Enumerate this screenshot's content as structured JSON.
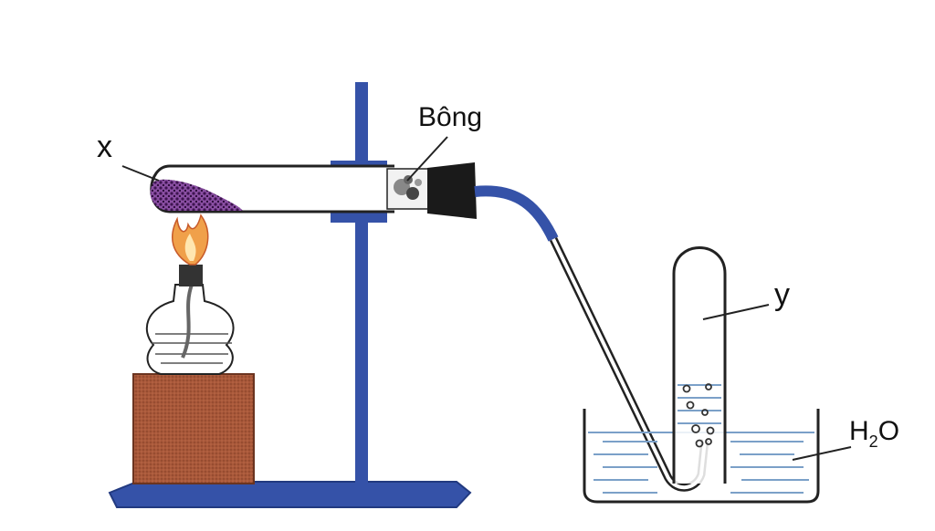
{
  "labels": {
    "x": "x",
    "bong": "Bông",
    "y": "y",
    "water_main": "H",
    "water_sub": "2",
    "water_tail": "O"
  },
  "colors": {
    "stand_blue": "#3552a8",
    "stopper": "#1a1a1a",
    "solid_x": "#6a2f86",
    "wood": "#a8583a",
    "flame": "#f0a04a",
    "water_line": "#7ba0c8",
    "outline": "#222222"
  }
}
